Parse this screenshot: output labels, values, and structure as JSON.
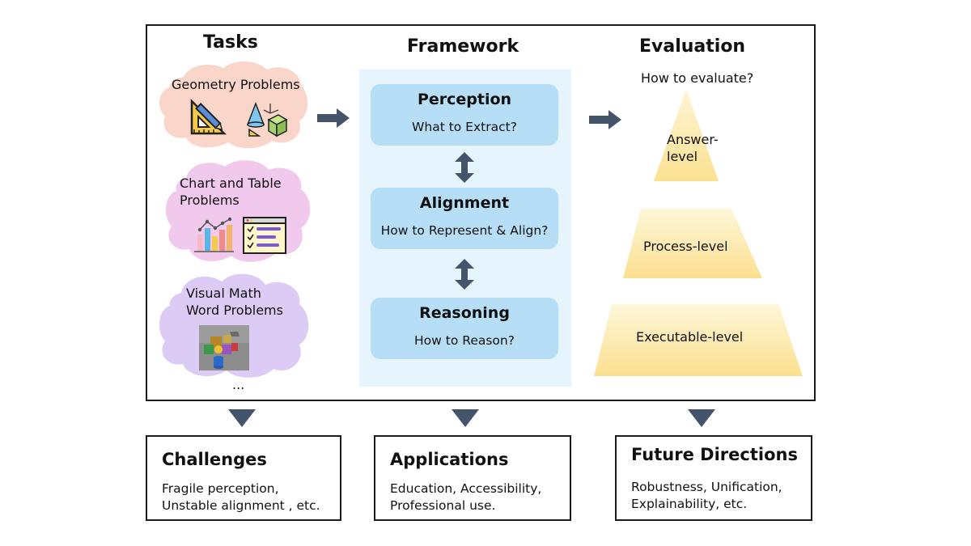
{
  "tasks": {
    "heading": "Tasks",
    "items": [
      {
        "label_lines": [
          "Geometry Problems"
        ],
        "color": "#f9d6c9"
      },
      {
        "label_lines": [
          "Chart and Table",
          "Problems"
        ],
        "color": "#f1c9ec"
      },
      {
        "label_lines": [
          "Visual Math",
          "Word Problems"
        ],
        "color": "#dccbf4"
      }
    ],
    "more": "..."
  },
  "framework": {
    "heading": "Framework",
    "steps": [
      {
        "title": "Perception",
        "subtitle": "What to Extract?"
      },
      {
        "title": "Alignment",
        "subtitle": "How to Represent & Align?"
      },
      {
        "title": "Reasoning",
        "subtitle": "How to Reason?"
      }
    ]
  },
  "evaluation": {
    "heading": "Evaluation",
    "question": "How to evaluate?",
    "levels": [
      {
        "label_lines": [
          "Answer-",
          "level"
        ]
      },
      {
        "label_lines": [
          "Process-level"
        ]
      },
      {
        "label_lines": [
          "Executable-level"
        ]
      }
    ]
  },
  "bottom": [
    {
      "title": "Challenges",
      "lines": [
        "Fragile perception,",
        "Unstable alignment , etc."
      ]
    },
    {
      "title": "Applications",
      "lines": [
        "Education, Accessibility,",
        "Professional use."
      ]
    },
    {
      "title": "Future Directions",
      "lines": [
        "Robustness, Unification,",
        "Explainability, etc."
      ]
    }
  ],
  "colors": {
    "arrow": "#44546a",
    "framework_panel": "#e6f4fd",
    "framework_box": "#b6def6",
    "pyramid_light": "#fdf4d0",
    "pyramid_dark": "#fbe08f"
  }
}
